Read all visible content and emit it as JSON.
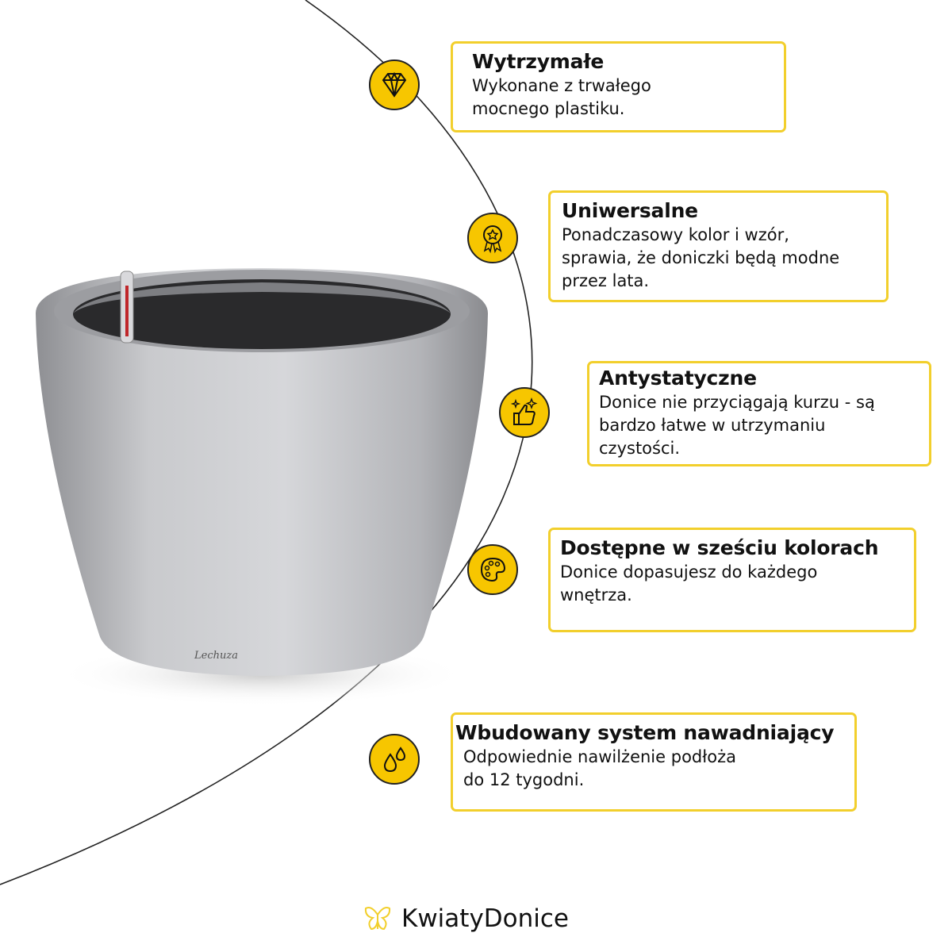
{
  "features": [
    {
      "title": "Wytrzymałe",
      "lines": [
        "Wykonane z trwałego",
        "mocnego plastiku."
      ],
      "icon": "diamond-icon"
    },
    {
      "title": "Uniwersalne",
      "lines": [
        "Ponadczasowy kolor i wzór,",
        "sprawia, że doniczki będą modne",
        "przez lata."
      ],
      "icon": "award-medal-icon"
    },
    {
      "title": "Antystatyczne",
      "lines": [
        "Donice nie przyciągają kurzu - są",
        "bardzo łatwe w utrzymaniu",
        "czystości."
      ],
      "icon": "thumbs-up-sparkle-icon"
    },
    {
      "title": "Dostępne w sześciu kolorach",
      "lines": [
        "Donice dopasujesz do każdego",
        "wnętrza."
      ],
      "icon": "palette-icon"
    },
    {
      "title": "Wbudowany system nawadniający",
      "lines": [
        "Odpowiednie nawilżenie podłoża",
        "do 12 tygodni."
      ],
      "icon": "water-drops-icon"
    }
  ],
  "brand": {
    "name": "KwiatyDonice",
    "logo_text": "Lechuza"
  },
  "colors": {
    "accent": "#f7c600",
    "border": "#f2cf2c"
  }
}
